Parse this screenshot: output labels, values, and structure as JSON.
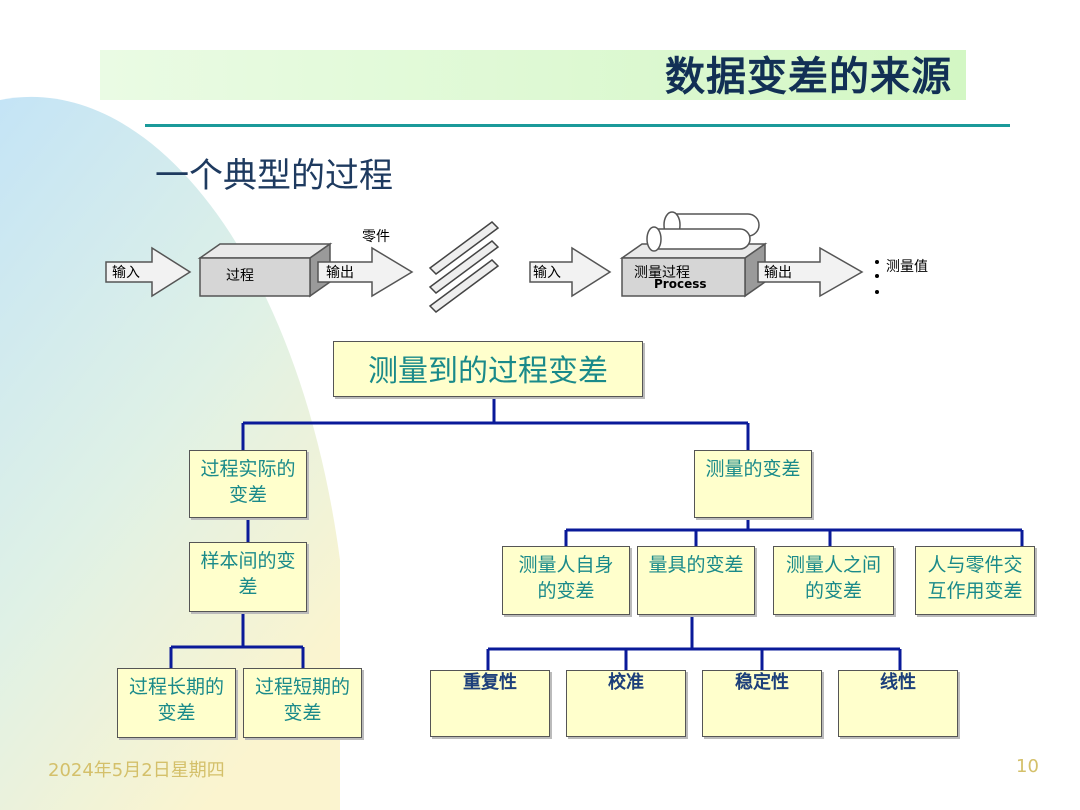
{
  "slide": {
    "title": "数据变差的来源",
    "subtitle": "一个典型的过程"
  },
  "flow": {
    "input1": "输入",
    "process": "过程",
    "output1": "输出",
    "parts": "零件",
    "input2": "输入",
    "measure_process": "测量过程",
    "measure_process_en": "Process",
    "output2": "输出",
    "measured_value": "测量值"
  },
  "tree": {
    "root": "测量到的过程变差",
    "actual": [
      "过程实际的",
      "变差"
    ],
    "sample": [
      "样本间的变",
      "差"
    ],
    "long_term": [
      "过程长期的",
      "变差"
    ],
    "short_term": [
      "过程短期的",
      "变差"
    ],
    "measurement": "测量的变差",
    "appraiser": [
      "测量人自身",
      "的变差"
    ],
    "gauge": "量具的变差",
    "between_appraisers": [
      "测量人之间",
      "的变差"
    ],
    "interaction": [
      "人与零件交",
      "互作用变差"
    ],
    "repeatability": "重复性",
    "calibration": "校准",
    "stability": "稳定性",
    "linearity": "线性"
  },
  "footer": {
    "date": "2024年5月2日星期四",
    "page": "10"
  },
  "colors": {
    "node_fill": "#ffffcc",
    "node_text": "#1a8a8a",
    "connector": "#0a1a99",
    "title_bar": "#d3f7c4",
    "rule": "#1b9a9a"
  }
}
